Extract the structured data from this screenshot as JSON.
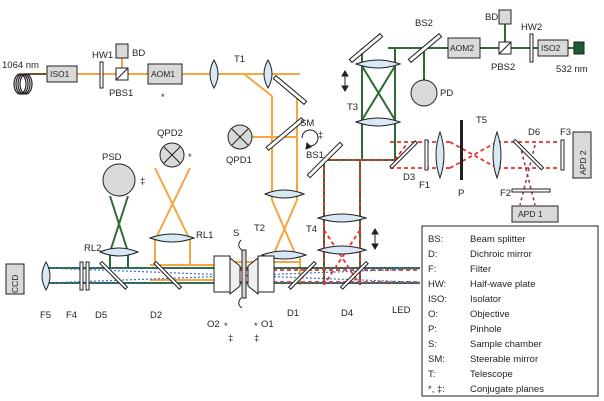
{
  "labels": {
    "wl_1064": "1064 nm",
    "wl_532": "532 nm",
    "iso1": "ISO1",
    "iso2": "ISO2",
    "aom1": "AOM1",
    "aom2": "AOM2",
    "hw1": "HW1",
    "hw2": "HW2",
    "pbs1": "PBS1",
    "pbs2": "PBS2",
    "bd1": "BD",
    "bd2": "BD",
    "bs1": "BS1",
    "bs2": "BS2",
    "t1": "T1",
    "t2": "T2",
    "t3": "T3",
    "t4": "T4",
    "t5": "T5",
    "qpd1": "QPD1",
    "qpd2": "QPD2",
    "psd": "PSD",
    "pd": "PD",
    "sm": "SM",
    "rl1": "RL1",
    "rl2": "RL2",
    "s": "S",
    "o1": "O1",
    "o2": "O2",
    "d1": "D1",
    "d2": "D2",
    "d3": "D3",
    "d4": "D4",
    "d5": "D5",
    "d6": "D6",
    "f1": "F1",
    "f2": "F2",
    "f3": "F3",
    "f4": "F4",
    "f5": "F5",
    "p": "P",
    "apd1": "APD 1",
    "apd2": "APD 2",
    "ccd": "CCD",
    "led": "LED",
    "star": "*",
    "dagger": "‡"
  },
  "legend": [
    {
      "abbr": "BS:",
      "desc": "Beam splitter"
    },
    {
      "abbr": "D:",
      "desc": "Dichroic mirror"
    },
    {
      "abbr": "F:",
      "desc": "Filter"
    },
    {
      "abbr": "HW:",
      "desc": "Half-wave plate"
    },
    {
      "abbr": "ISO:",
      "desc": "Isolator"
    },
    {
      "abbr": "O:",
      "desc": "Objective"
    },
    {
      "abbr": "P:",
      "desc": "Pinhole"
    },
    {
      "abbr": "S:",
      "desc": "Sample chamber"
    },
    {
      "abbr": "SM:",
      "desc": "Steerable mirror"
    },
    {
      "abbr": "T:",
      "desc": "Telescope"
    },
    {
      "abbr": "*, ‡:",
      "desc": "Conjugate planes"
    }
  ],
  "colors": {
    "infrared_beam": "#f7a541",
    "green_beam": "#2e6b34",
    "fluorescence_beam": "#e8322f",
    "illumination_beam": "#3a6fb7",
    "apd_beam": "#8b2a6e",
    "lens_fill": "#d6e9f5",
    "component_fill": "#d9d9d9",
    "line": "#231f20"
  }
}
